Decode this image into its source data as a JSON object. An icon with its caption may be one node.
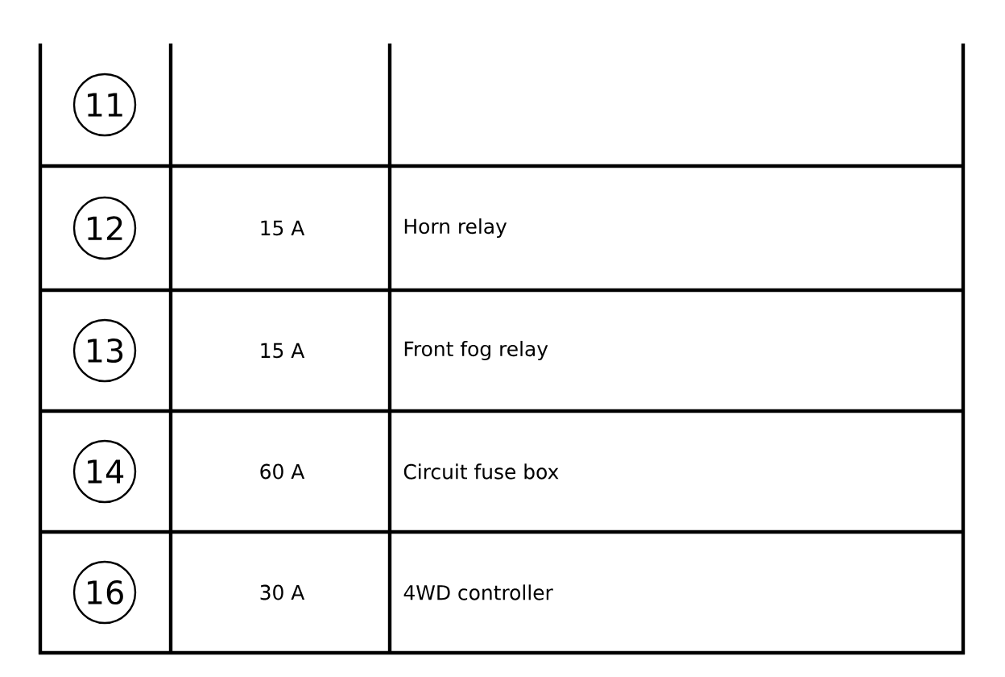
{
  "diagram": {
    "labels": [
      "11",
      "12",
      "15 A",
      "Horn relay",
      "13",
      "15 A",
      "Front fog relay",
      "14",
      "60 A",
      "Circuit fuse box",
      "16",
      "30 A",
      "4WD controller"
    ]
  }
}
